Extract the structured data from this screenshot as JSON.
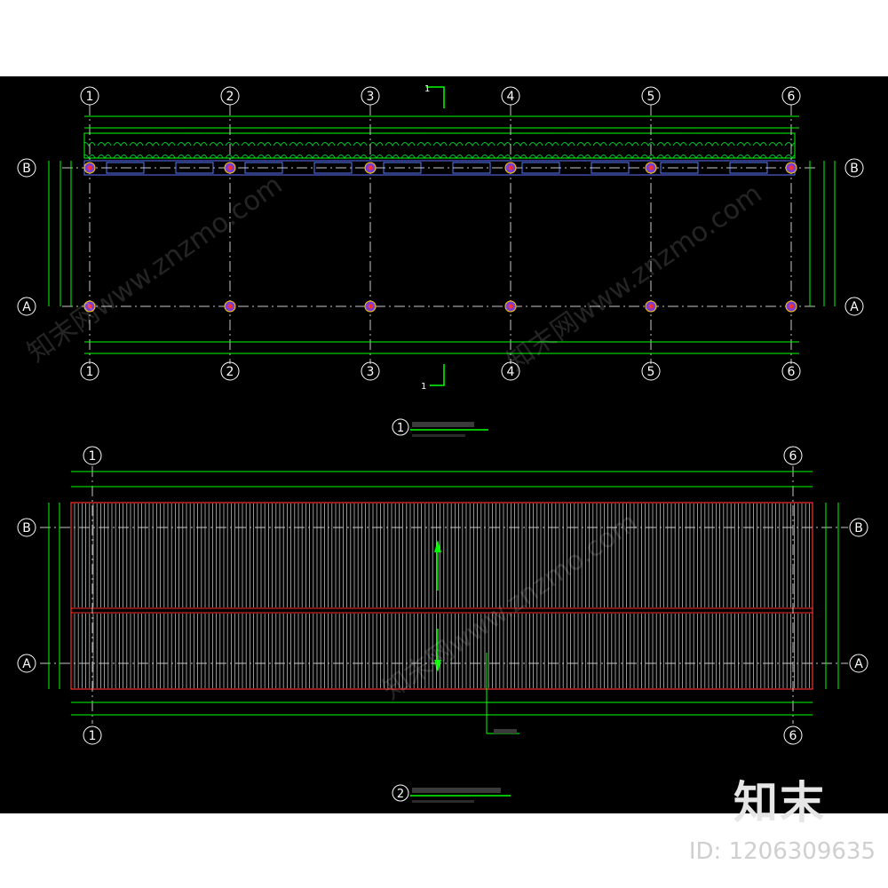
{
  "drawing": {
    "plan1": {
      "axis_numbers": [
        "1",
        "2",
        "3",
        "4",
        "5",
        "6"
      ],
      "row_letters": [
        "A",
        "B"
      ],
      "title_number": "1",
      "section_marker": "1"
    },
    "plan2": {
      "axis_numbers": [
        "1",
        "6"
      ],
      "row_letters": [
        "A",
        "B"
      ],
      "title_number": "2"
    }
  },
  "branding": {
    "logo_text": "知末",
    "id_text": "ID: 1206309635",
    "watermark_text": "知末网www.znzmo.com"
  },
  "colors": {
    "background": "#000000",
    "dimension_line": "#00ff00",
    "grid_line": "#c8c8c8",
    "roof_edge": "#ff3030",
    "bubble": "#ffffff",
    "hatch": "#00c832"
  }
}
